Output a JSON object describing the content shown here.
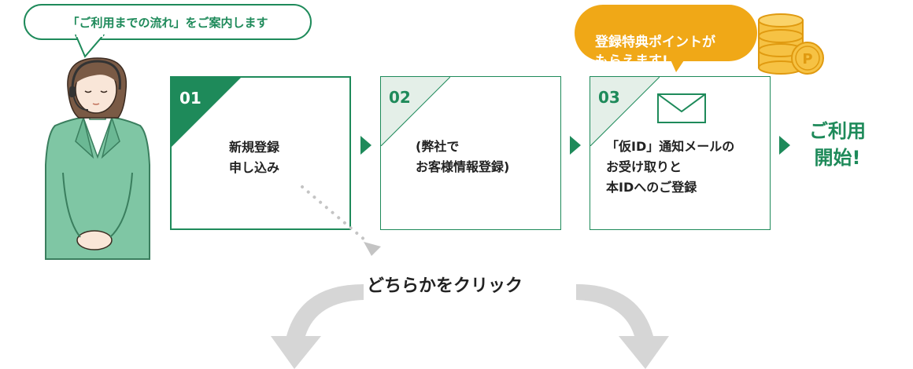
{
  "guide_bubble": {
    "text": "「ご利用までの流れ」をご案内します"
  },
  "bonus_bubble": {
    "text": "登録特典ポイントが\nもらえます!"
  },
  "coin_badge": {
    "letter": "P"
  },
  "steps": [
    {
      "num": "01",
      "text": "新規登録\n申し込み",
      "active": true
    },
    {
      "num": "02",
      "text": "(弊社で\nお客様情報登録)",
      "active": false
    },
    {
      "num": "03",
      "text": "「仮ID」通知メールの\nお受け取りと\n本IDへのご登録",
      "active": false
    }
  ],
  "start": {
    "text": "ご利用\n開始!"
  },
  "click_instruction": {
    "text": "どちらかをクリック"
  },
  "colors": {
    "green": "#1e8a5a",
    "light_green": "#e4efe8",
    "orange": "#f0a817",
    "gray_arrow": "#d6d6d6"
  },
  "icons": {
    "mail": "envelope-icon",
    "coins": "coin-stack-icon"
  }
}
